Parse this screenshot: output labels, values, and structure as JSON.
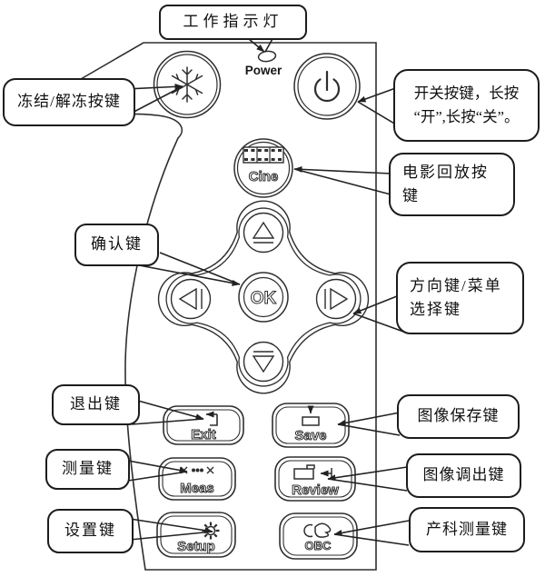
{
  "colors": {
    "line": "#2e2e2e",
    "background": "#ffffff"
  },
  "indicator": {
    "power_text": "Power",
    "led_icon": "led-oval-icon"
  },
  "buttons": {
    "freeze": {
      "icon": "snowflake-icon"
    },
    "power": {
      "icon": "power-standby-icon"
    },
    "cine": {
      "label": "Cine",
      "icon": "film-strip-icon"
    },
    "ok": {
      "label": "OK"
    },
    "up": {
      "icon": "triangle-up-icon"
    },
    "down": {
      "icon": "triangle-down-icon"
    },
    "left": {
      "icon": "triangle-left-icon"
    },
    "right": {
      "icon": "triangle-right-icon"
    },
    "exit": {
      "label": "Exit",
      "icon": "return-arrow-icon"
    },
    "save": {
      "label": "Save",
      "icon": "save-box-icon"
    },
    "meas": {
      "label": "Meas",
      "icon": "calipers-icon"
    },
    "review": {
      "label": "Review",
      "icon": "folder-recall-icon"
    },
    "setup": {
      "label": "Setup",
      "icon": "gear-icon"
    },
    "obc": {
      "label": "OBC",
      "icon": "fetus-icon"
    }
  },
  "callouts": {
    "indicator": {
      "text": "工作指示灯"
    },
    "freeze": {
      "text": "冻结/解冻按键"
    },
    "power": {
      "line1": "开关按键，长按",
      "line2": "“开”,长按“关”。"
    },
    "cine": {
      "line1": "电影回放按",
      "line2": "键"
    },
    "confirm": {
      "text": "确认键"
    },
    "direction": {
      "line1": "方向键/菜单",
      "line2": "选择键"
    },
    "exit": {
      "text": "退出键"
    },
    "save": {
      "text": "图像保存键"
    },
    "meas": {
      "text": "测量键"
    },
    "review": {
      "text": "图像调出键"
    },
    "setup": {
      "text": "设置键"
    },
    "obc": {
      "text": "产科测量键"
    }
  }
}
